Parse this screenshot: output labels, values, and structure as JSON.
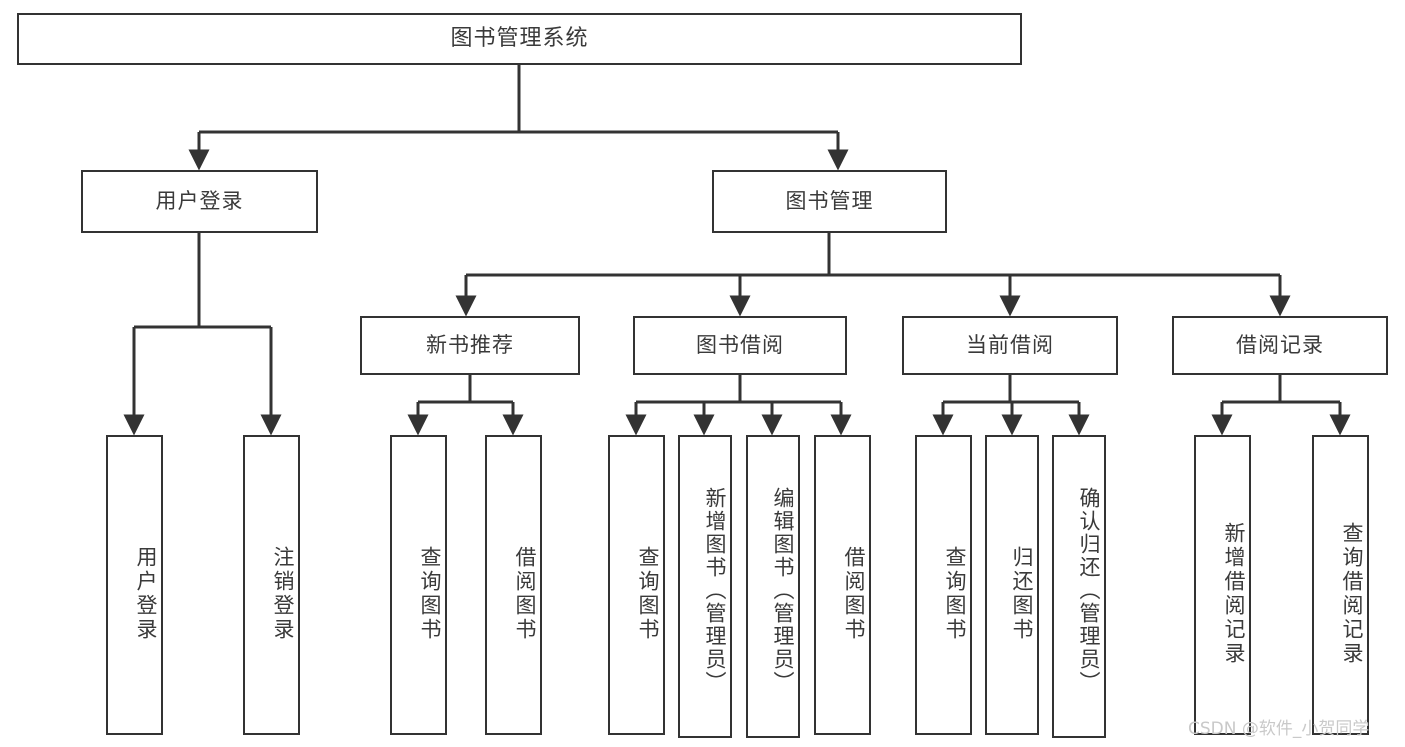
{
  "diagram": {
    "type": "tree",
    "title": "图书管理系统",
    "orientation": "top-down",
    "colors": {
      "background": "#ffffff",
      "box_border": "#333333",
      "box_fill": "#ffffff",
      "edge": "#333333",
      "text": "#3a3a3a",
      "watermark": "#c9c9c9"
    }
  },
  "nodes": {
    "root": {
      "label": "图书管理系统"
    },
    "level2": [
      {
        "label": "用户登录"
      },
      {
        "label": "图书管理"
      }
    ],
    "level3": [
      {
        "label": "新书推荐"
      },
      {
        "label": "图书借阅"
      },
      {
        "label": "当前借阅"
      },
      {
        "label": "借阅记录"
      }
    ],
    "leaves_user_login": [
      {
        "label": "用户登录"
      },
      {
        "label": "注销登录"
      }
    ],
    "leaves_new_book": [
      {
        "label": "查询图书"
      },
      {
        "label": "借阅图书"
      }
    ],
    "leaves_borrow": [
      {
        "label": "查询图书"
      },
      {
        "label": "新增图书（管理员）"
      },
      {
        "label": "编辑图书（管理员）"
      },
      {
        "label": "借阅图书"
      }
    ],
    "leaves_current": [
      {
        "label": "查询图书"
      },
      {
        "label": "归还图书"
      },
      {
        "label": "确认归还（管理员）"
      }
    ],
    "leaves_record": [
      {
        "label": "新增借阅记录"
      },
      {
        "label": "查询借阅记录"
      }
    ]
  },
  "watermark": {
    "text": "CSDN @软件_小贺同学"
  }
}
